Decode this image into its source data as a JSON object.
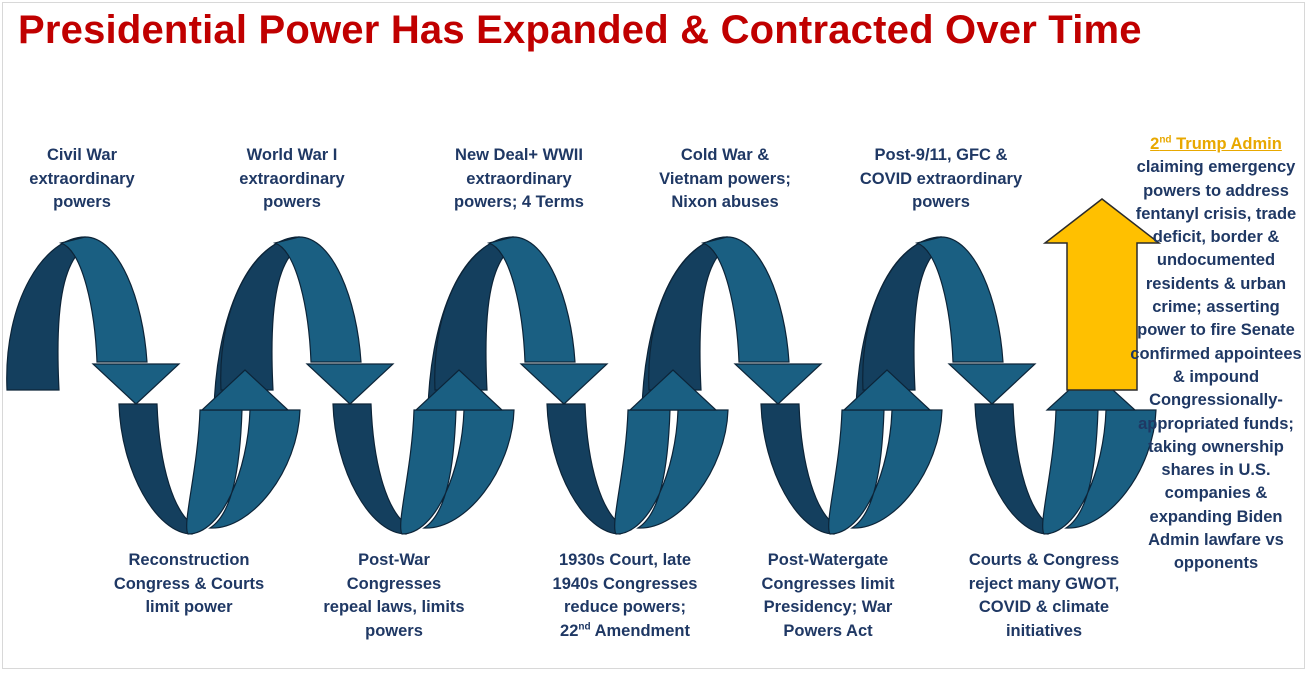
{
  "title": "Presidential Power Has Expanded & Contracted Over Time",
  "colors": {
    "title": "#c00000",
    "text": "#1f3864",
    "arrow_front": "#1a5f82",
    "arrow_back": "#143f5e",
    "highlight_arrow": "#ffc000",
    "highlight_text": "#e8a800"
  },
  "expansions": [
    {
      "lines": [
        "Civil War",
        "extraordinary",
        "powers"
      ]
    },
    {
      "lines": [
        "World War I",
        "extraordinary",
        "powers"
      ]
    },
    {
      "lines": [
        "New Deal+ WWII",
        "extraordinary",
        "powers; 4 Terms"
      ]
    },
    {
      "lines": [
        "Cold War &",
        "Vietnam powers;",
        "Nixon abuses"
      ]
    },
    {
      "lines": [
        "Post-9/11, GFC &",
        "COVID extraordinary",
        "powers"
      ]
    }
  ],
  "contractions": [
    {
      "lines": [
        "Reconstruction",
        "Congress & Courts",
        "limit power"
      ]
    },
    {
      "lines": [
        "Post-War",
        "Congresses",
        "repeal laws, limits",
        "powers"
      ]
    },
    {
      "lines": [
        "1930s Court, late",
        "1940s Congresses",
        "reduce powers;"
      ],
      "amendment_num": "22",
      "amendment_suffix": "nd",
      "amendment_text": " Amendment"
    },
    {
      "lines": [
        "Post-Watergate",
        "Congresses limit",
        "Presidency; War",
        "Powers Act"
      ]
    },
    {
      "lines": [
        "Courts & Congress",
        "reject many GWOT,",
        "COVID & climate",
        "initiatives"
      ]
    }
  ],
  "current": {
    "heading_num": "2",
    "heading_suffix": "nd",
    "heading_text": " Trump Admin",
    "lines": [
      "claiming emergency",
      "powers to address",
      "fentanyl crisis, trade",
      "deficit, border &",
      "undocumented",
      "residents & urban",
      "crime; asserting",
      "power to fire Senate",
      "confirmed appointees",
      "& impound",
      "Congressionally-",
      "appropriated funds;",
      "taking ownership",
      "shares in U.S.",
      "companies &",
      "expanding Biden",
      "Admin lawfare vs",
      "opponents"
    ]
  }
}
